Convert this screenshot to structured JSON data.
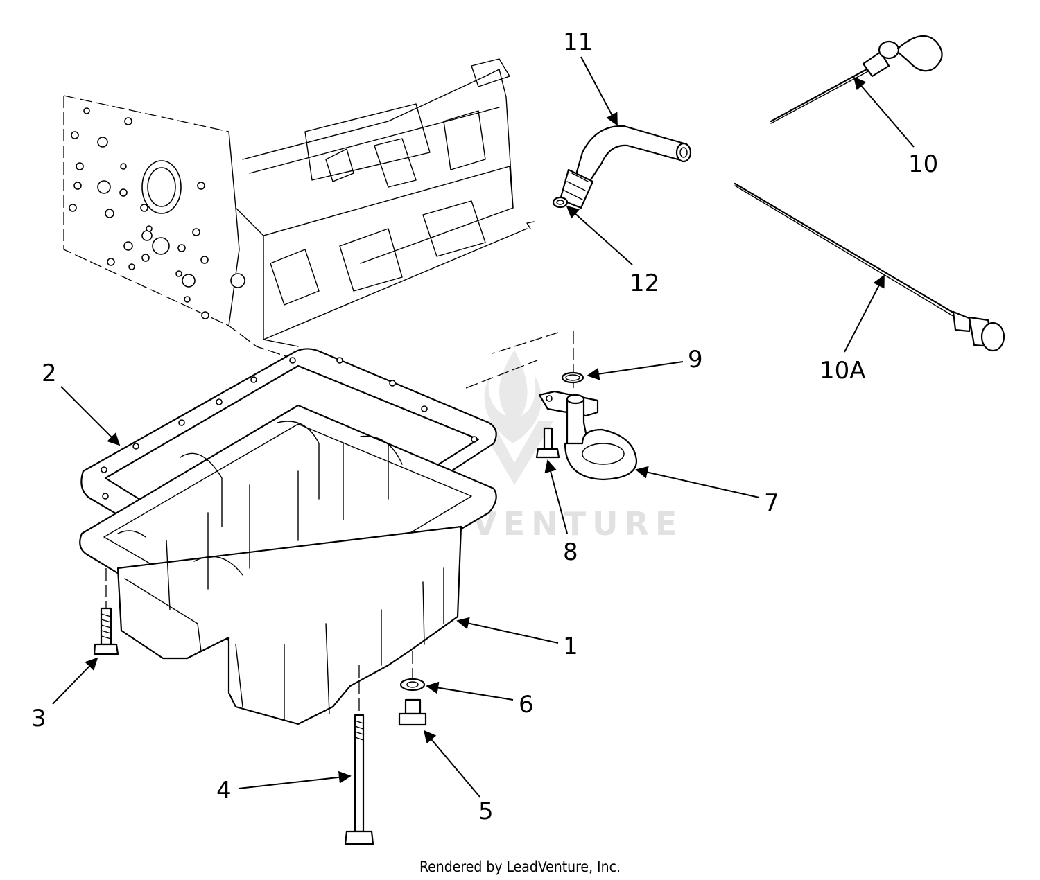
{
  "callouts": [
    {
      "id": "1",
      "label": "1"
    },
    {
      "id": "2",
      "label": "2"
    },
    {
      "id": "3",
      "label": "3"
    },
    {
      "id": "4",
      "label": "4"
    },
    {
      "id": "5",
      "label": "5"
    },
    {
      "id": "6",
      "label": "6"
    },
    {
      "id": "7",
      "label": "7"
    },
    {
      "id": "8",
      "label": "8"
    },
    {
      "id": "9",
      "label": "9"
    },
    {
      "id": "10",
      "label": "10"
    },
    {
      "id": "10A",
      "label": "10A"
    },
    {
      "id": "11",
      "label": "11"
    },
    {
      "id": "12",
      "label": "12"
    }
  ],
  "watermark": {
    "text": "LEADVENTURE"
  },
  "footer": {
    "text": "Rendered by LeadVenture, Inc."
  }
}
